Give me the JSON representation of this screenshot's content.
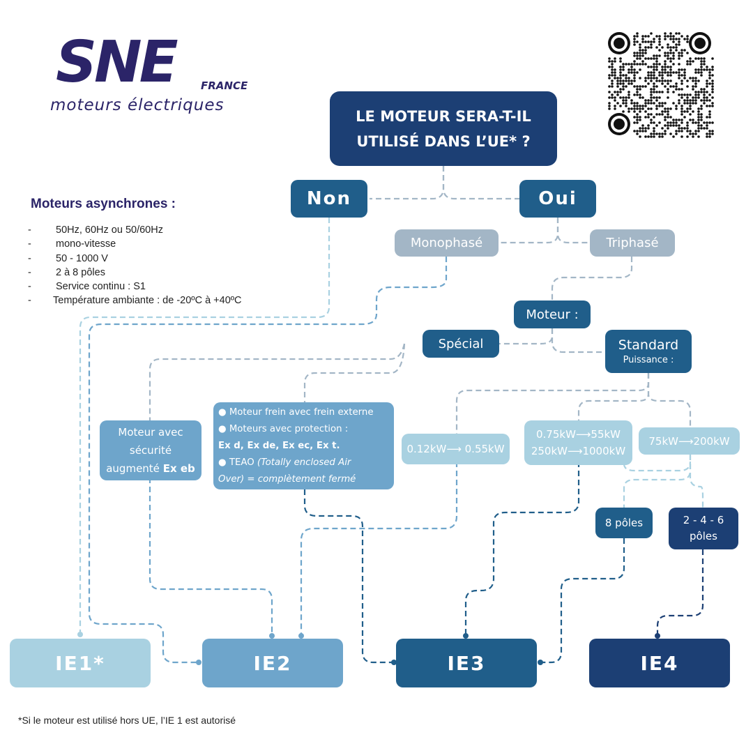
{
  "logo": {
    "brand": "SNE",
    "country": "FRANCE",
    "tagline": "moteurs électriques"
  },
  "specs": {
    "title": "Moteurs asynchrones :",
    "items": [
      "50Hz, 60Hz ou 50/60Hz",
      "mono-vitesse",
      "50 - 1000 V",
      "2 à 8 pôles",
      "Service continu : S1",
      "Température ambiante : de -20ºC à +40ºC"
    ]
  },
  "question": {
    "line1": "LE MOTEUR SERA-T-IL",
    "line2": "UTILISÉ DANS L’UE* ?"
  },
  "answers": {
    "non": "Non",
    "oui": "Oui"
  },
  "phase": {
    "mono": "Monophasé",
    "tri": "Triphasé"
  },
  "moteur": "Moteur :",
  "special": "Spécial",
  "standard": {
    "title": "Standard",
    "sub": "Puissance :"
  },
  "securite": {
    "line1": "Moteur avec",
    "line2": "sécurité",
    "line3": "augmenté",
    "bold": "Ex eb"
  },
  "special_list": {
    "l1": "● Moteur frein avec frein externe",
    "l2": "● Moteurs avec protection :",
    "l3": "Ex d, Ex de, Ex ec, Ex t.",
    "l4a": "● TEAO ",
    "l4b": "(Totally enclosed Air",
    "l5": "Over) = complètement fermé"
  },
  "power": {
    "p1": "0.12kW⟶ 0.55kW",
    "p2a": "0.75kW⟶55kW",
    "p2b": "250kW⟶1000kW",
    "p3": "75kW⟶200kW"
  },
  "poles": {
    "p8": "8 pôles",
    "p246a": "2 - 4 - 6",
    "p246b": "pôles"
  },
  "classes": [
    "IE1*",
    "IE2",
    "IE3",
    "IE4"
  ],
  "footnote": "*Si le moteur est utilisé hors UE, l’IE 1 est autorisé",
  "colors": {
    "navy": "#1c3f74",
    "blue": "#205e8a",
    "mid": "#6ea5cb",
    "light": "#a9d1e1",
    "grey": "#a3b6c6",
    "brand": "#2b2468"
  }
}
